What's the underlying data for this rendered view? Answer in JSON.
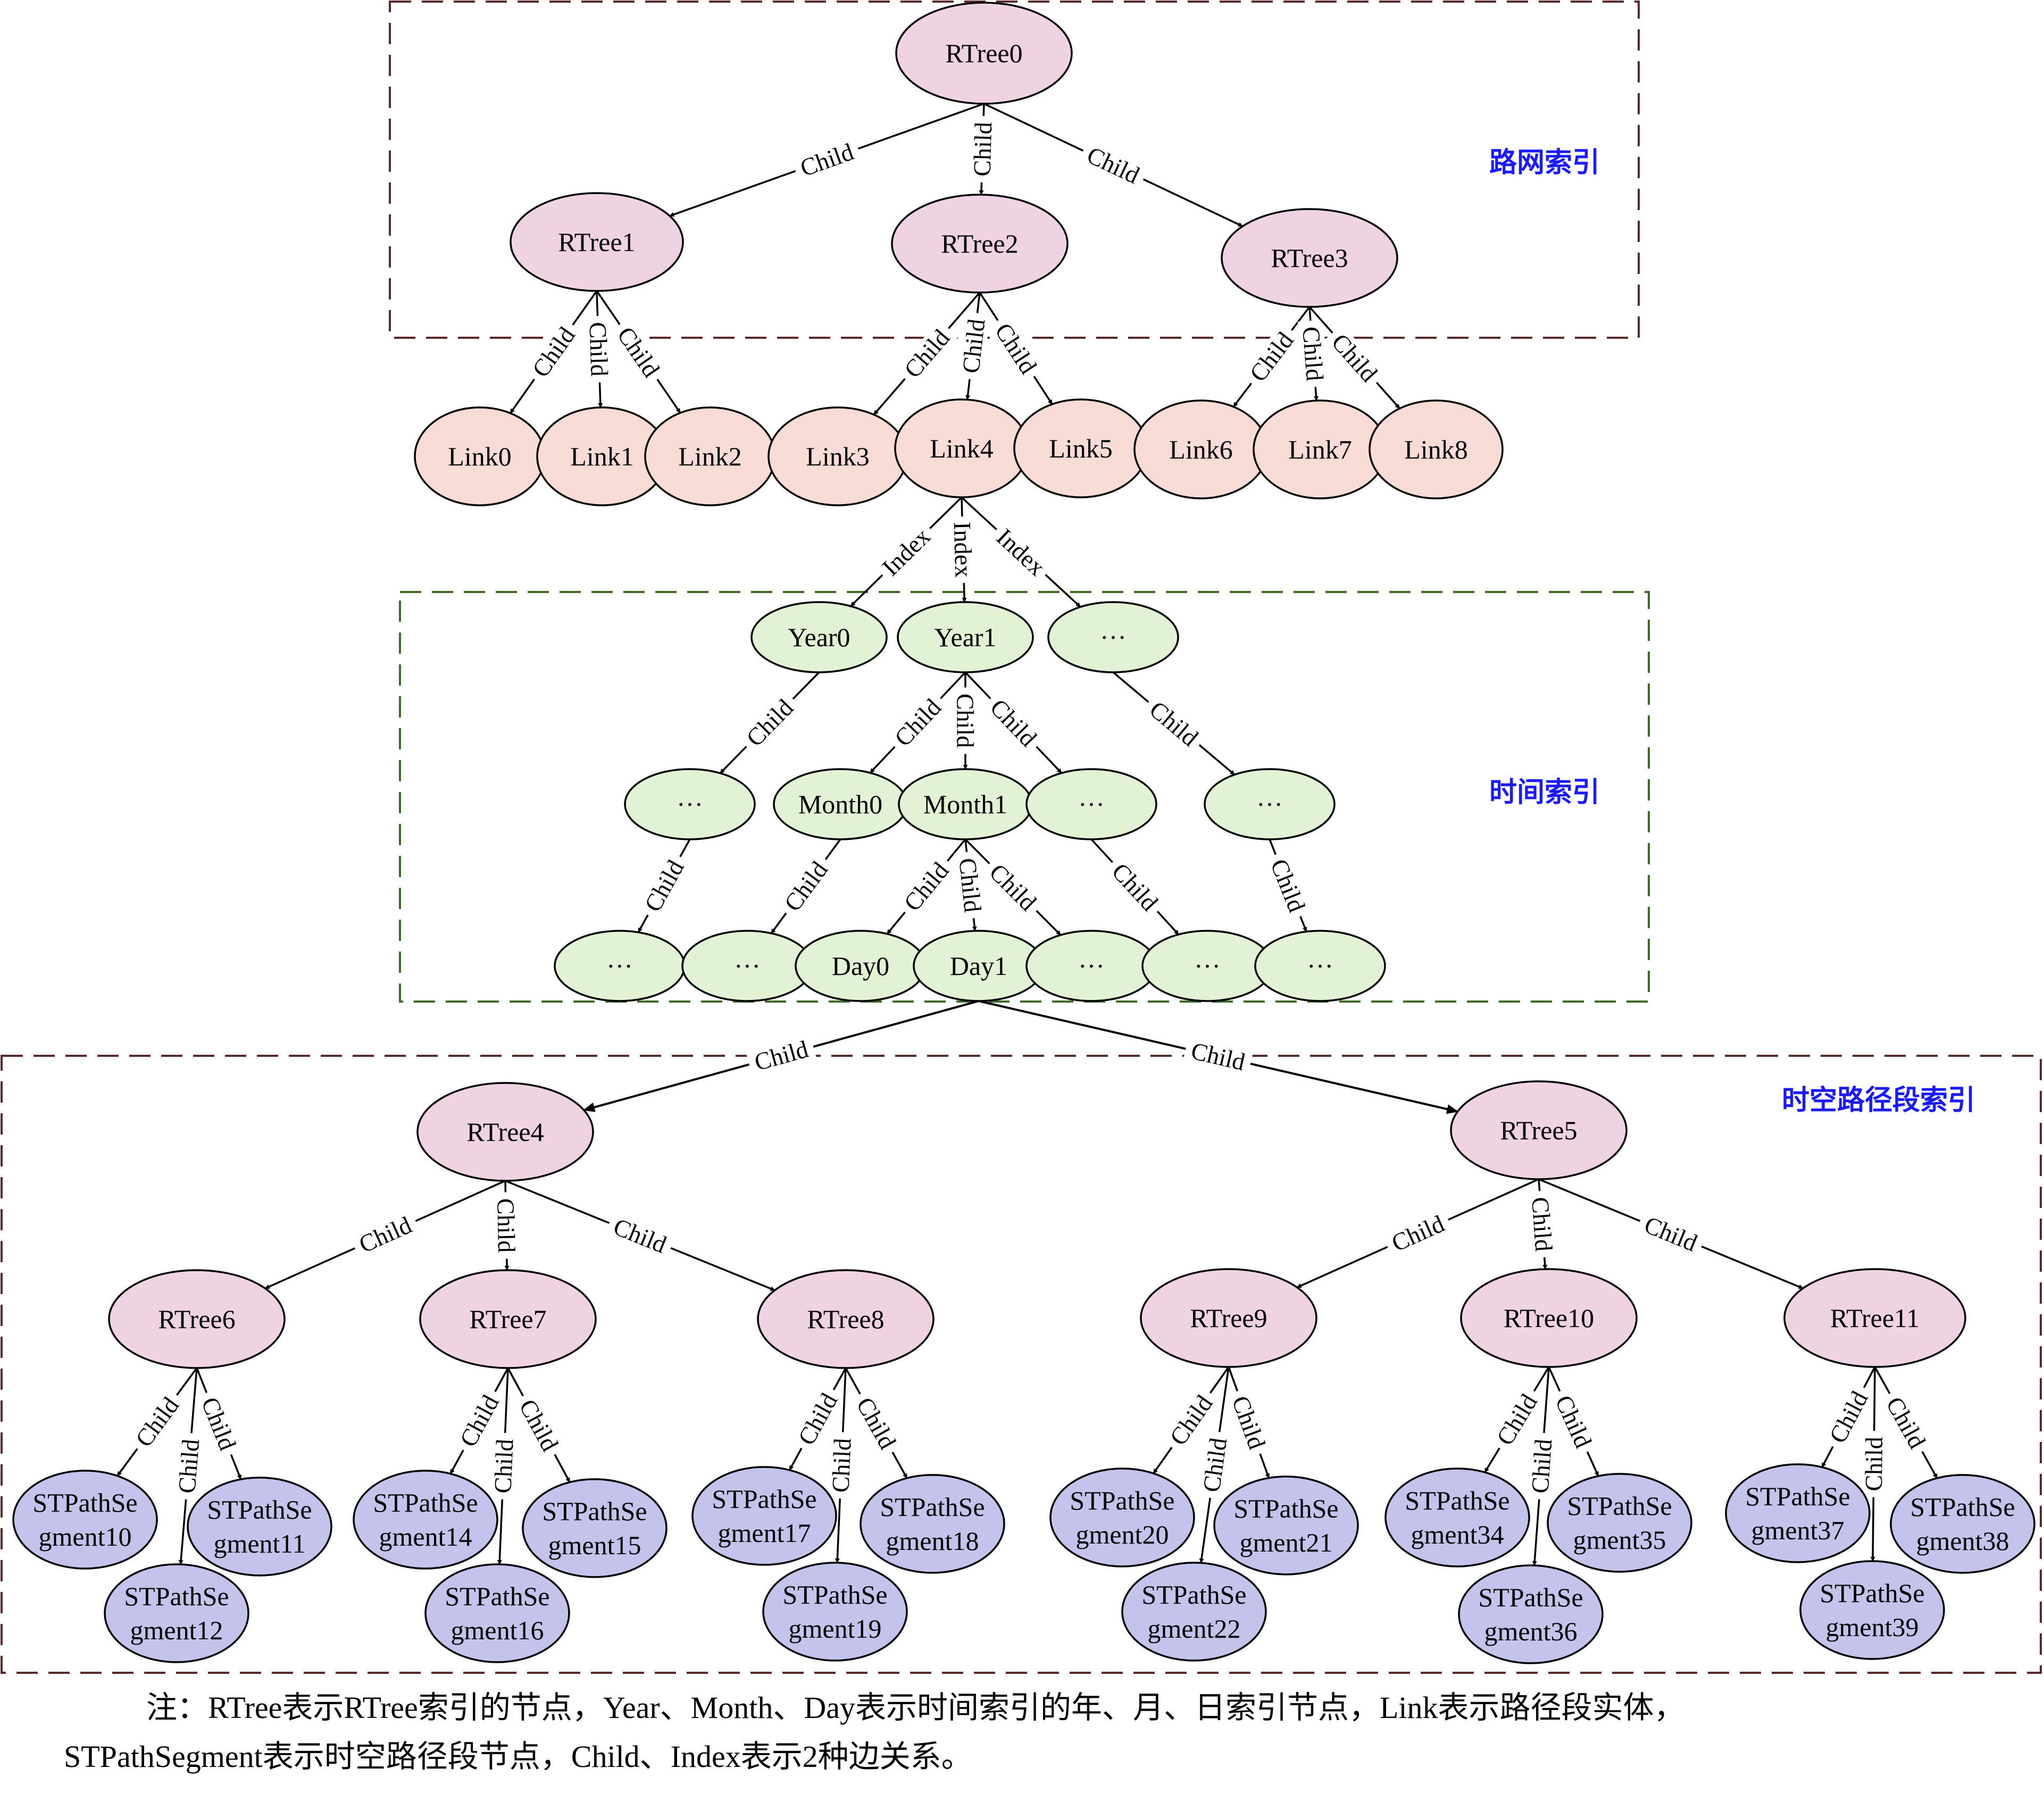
{
  "regions": {
    "road_index": "路网索引",
    "time_index": "时间索引",
    "st_path_index": "时空路径段索引"
  },
  "edge_labels": {
    "child": "Child",
    "index": "Index"
  },
  "nodes": {
    "RTree0": "RTree0",
    "RTree1": "RTree1",
    "RTree2": "RTree2",
    "RTree3": "RTree3",
    "Link0": "Link0",
    "Link1": "Link1",
    "Link2": "Link2",
    "Link3": "Link3",
    "Link4": "Link4",
    "Link5": "Link5",
    "Link6": "Link6",
    "Link7": "Link7",
    "Link8": "Link8",
    "Year0": "Year0",
    "Year1": "Year1",
    "YearE": "···",
    "MonthE1": "···",
    "Month0": "Month0",
    "Month1": "Month1",
    "MonthE2": "···",
    "MonthE3": "···",
    "DayE1": "···",
    "DayE2": "···",
    "Day0": "Day0",
    "Day1": "Day1",
    "DayE3": "···",
    "DayE4": "···",
    "DayE5": "···",
    "RTree4": "RTree4",
    "RTree5": "RTree5",
    "RTree6": "RTree6",
    "RTree7": "RTree7",
    "RTree8": "RTree8",
    "RTree9": "RTree9",
    "RTree10": "RTree10",
    "RTree11": "RTree11",
    "S10": [
      "STPathSe",
      "gment10"
    ],
    "S11": [
      "STPathSe",
      "gment11"
    ],
    "S12": [
      "STPathSe",
      "gment12"
    ],
    "S14": [
      "STPathSe",
      "gment14"
    ],
    "S15": [
      "STPathSe",
      "gment15"
    ],
    "S16": [
      "STPathSe",
      "gment16"
    ],
    "S17": [
      "STPathSe",
      "gment17"
    ],
    "S18": [
      "STPathSe",
      "gment18"
    ],
    "S19": [
      "STPathSe",
      "gment19"
    ],
    "S20": [
      "STPathSe",
      "gment20"
    ],
    "S21": [
      "STPathSe",
      "gment21"
    ],
    "S22": [
      "STPathSe",
      "gment22"
    ],
    "S34": [
      "STPathSe",
      "gment34"
    ],
    "S35": [
      "STPathSe",
      "gment35"
    ],
    "S36": [
      "STPathSe",
      "gment36"
    ],
    "S37": [
      "STPathSe",
      "gment37"
    ],
    "S38": [
      "STPathSe",
      "gment38"
    ],
    "S39": [
      "STPathSe",
      "gment39"
    ]
  },
  "colors": {
    "rtree": "#efd3e3",
    "link": "#f9dcd5",
    "time": "#e2f2d4",
    "stpath": "#c4c3ec",
    "road_box": "#5a2a2a",
    "time_box": "#3e6b2a",
    "st_box": "#5a2a2a",
    "region_label": "#1a1aff"
  },
  "caption": {
    "line1": "注：RTree表示RTree索引的节点，Year、Month、Day表示时间索引的年、月、日索引节点，Link表示路径段实体，",
    "line2": "STPathSegment表示时空路径段节点，Child、Index表示2种边关系。"
  }
}
